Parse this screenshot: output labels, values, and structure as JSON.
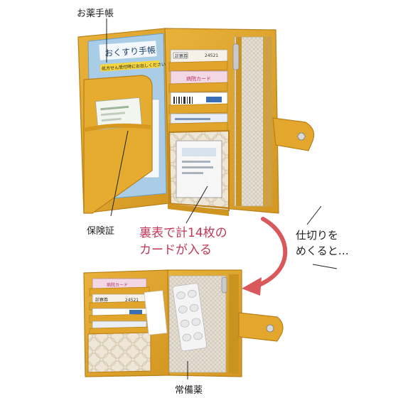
{
  "labels": {
    "medication_notebook": "お薬手帳",
    "insurance_card": "保険証",
    "card_count_line1": "裏表で計14枚の",
    "card_count_line2": "カードが入る",
    "divider_line1": "仕切りを",
    "divider_line2": "めくると…",
    "regular_medicine": "常備薬"
  },
  "notebook": {
    "title": "おくすり手帳",
    "notice": "処方せん受付時にお出しください"
  },
  "cards": {
    "consultation": "診察券",
    "hospital_card": "病院カード",
    "hospital_card_2": "病院カード",
    "consultation_2": "診察券",
    "number_a": "24521",
    "number_b": "24521"
  },
  "colors": {
    "leather": "#e0a52a",
    "leather_dark": "#b87f1a",
    "leather_shadow": "#9a6a12",
    "notebook_blue": "#a9cde6",
    "lining": "#e4ddd2",
    "accent_pink": "#c0395a",
    "arrow": "#d8585c"
  }
}
